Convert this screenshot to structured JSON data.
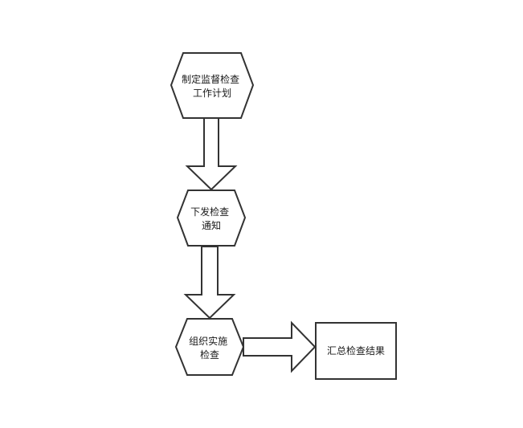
{
  "nodes": [
    {
      "id": "plan",
      "shape": "hexagon",
      "lines": [
        "制定监督检查",
        "工作计划"
      ]
    },
    {
      "id": "notice",
      "shape": "hexagon",
      "lines": [
        "下发检查",
        "通知"
      ]
    },
    {
      "id": "conduct",
      "shape": "hexagon",
      "lines": [
        "组织实施",
        "检查"
      ]
    },
    {
      "id": "summary",
      "shape": "rectangle",
      "lines": [
        "汇总检查结果"
      ]
    }
  ],
  "edges": [
    {
      "from": "plan",
      "to": "notice",
      "style": "block-arrow"
    },
    {
      "from": "notice",
      "to": "conduct",
      "style": "block-arrow"
    },
    {
      "from": "conduct",
      "to": "summary",
      "style": "block-arrow"
    }
  ],
  "colors": {
    "stroke": "#333333",
    "fill": "#ffffff",
    "text": "#1a1a1a"
  }
}
